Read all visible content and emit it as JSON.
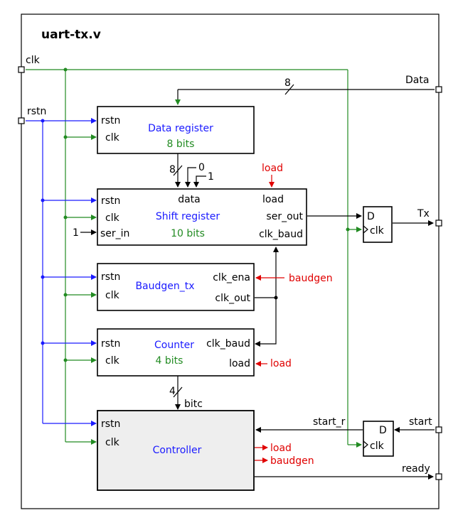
{
  "title": "uart-tx.v",
  "ports": {
    "clk": "clk",
    "rstn": "rstn",
    "data": "Data",
    "tx": "Tx",
    "start": "start",
    "ready": "ready"
  },
  "blocks": {
    "data_register": {
      "name": "Data register",
      "width": "8 bits",
      "pins": {
        "rstn": "rstn",
        "clk": "clk"
      }
    },
    "shift_register": {
      "name": "Shift register",
      "width": "10 bits",
      "pins": {
        "rstn": "rstn",
        "clk": "clk",
        "ser_in": "ser_in",
        "data": "data",
        "load": "load",
        "ser_out": "ser_out",
        "clk_baud": "clk_baud"
      }
    },
    "baudgen_tx": {
      "name": "Baudgen_tx",
      "pins": {
        "rstn": "rstn",
        "clk": "clk",
        "clk_ena": "clk_ena",
        "clk_out": "clk_out"
      }
    },
    "counter": {
      "name": "Counter",
      "width": "4 bits",
      "pins": {
        "rstn": "rstn",
        "clk": "clk",
        "clk_baud": "clk_baud",
        "load": "load"
      }
    },
    "controller": {
      "name": "Controller",
      "pins": {
        "rstn": "rstn",
        "clk": "clk"
      }
    },
    "ff_tx": {
      "d": "D",
      "clk": "clk"
    },
    "ff_start": {
      "d": "D",
      "clk": "clk"
    }
  },
  "annotations": {
    "bus_width_data": "8",
    "bus_width_shift_data": "8",
    "const_zero": "0",
    "const_one": "1",
    "ser_in_const": "1",
    "bus_width_bitc": "4",
    "bitc": "bitc",
    "start_r": "start_r"
  },
  "signals": {
    "load": "load",
    "baudgen": "baudgen"
  },
  "colors": {
    "clock": "#228b22",
    "reset": "#1a1aff",
    "control": "#e00000",
    "data": "#000000",
    "controller_fill": "#eeeeee"
  }
}
